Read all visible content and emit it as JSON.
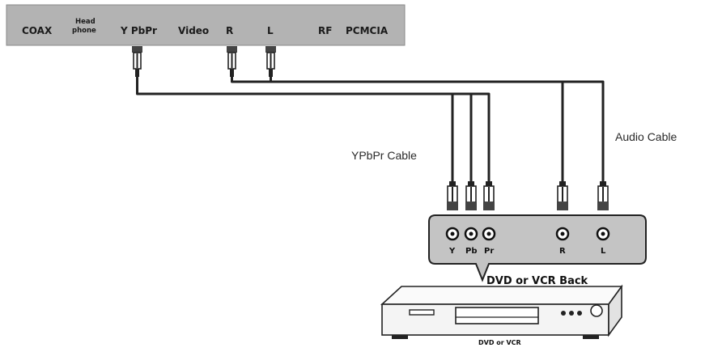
{
  "tv_panel": {
    "ports": [
      "COAX",
      "Head",
      "phone",
      "Y PbPr",
      "Video",
      "R",
      "L",
      "RF",
      "PCMCIA"
    ]
  },
  "cables": {
    "ypbpr": "YPbPr Cable",
    "audio": "Audio Cable"
  },
  "dvd_back": {
    "title": "DVD or VCR Back",
    "jacks": [
      "Y",
      "Pb",
      "Pr",
      "R",
      "L"
    ]
  },
  "dvd_player": {
    "label": "DVD or VCR"
  },
  "colors": {
    "panel_fill": "#b3b3b3",
    "back_panel_fill": "#c4c4c4",
    "cable": "#222222"
  }
}
